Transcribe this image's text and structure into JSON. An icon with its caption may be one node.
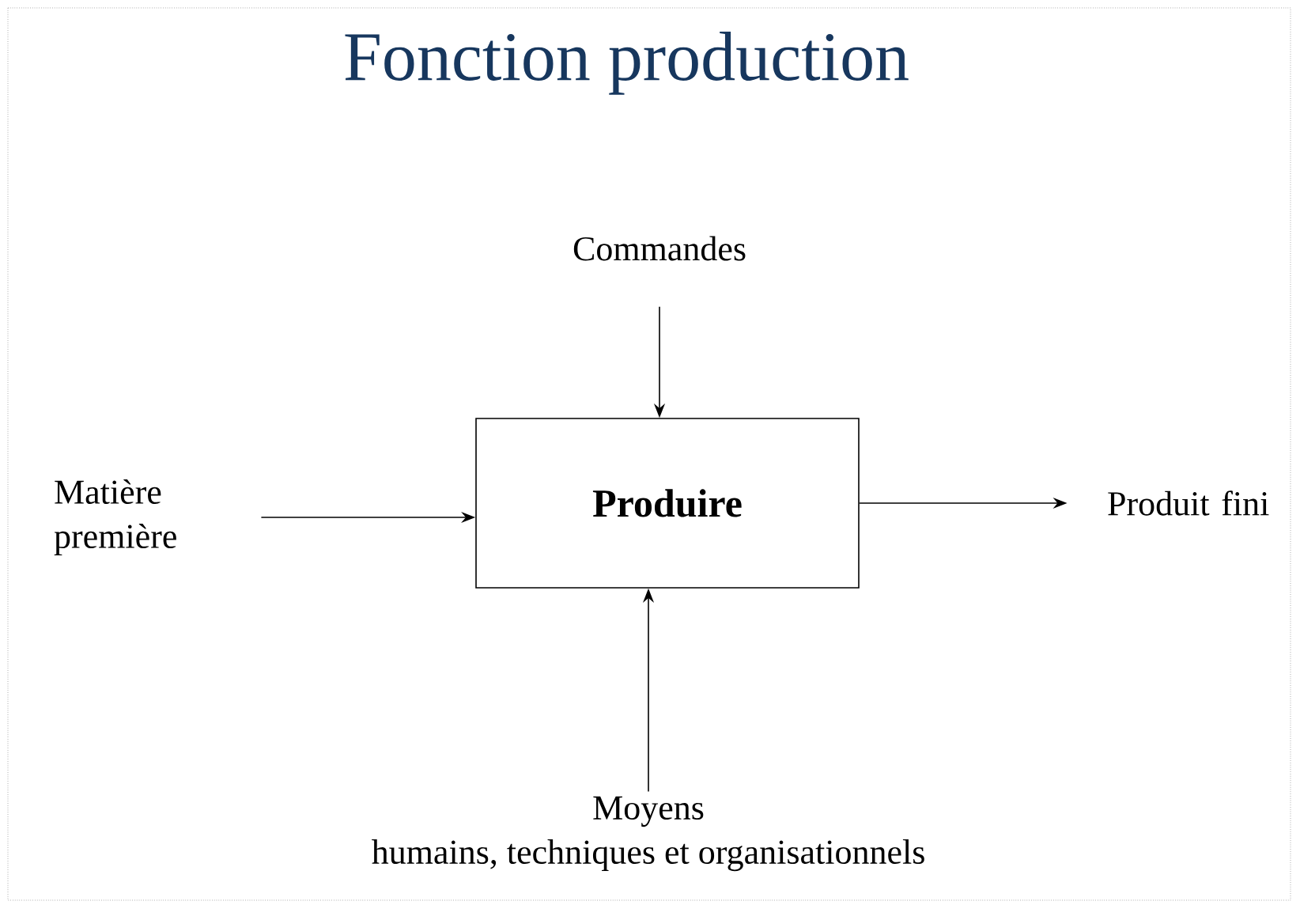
{
  "diagram": {
    "title": "Fonction production",
    "nodes": [
      {
        "text": [
          "Produire"
        ]
      },
      {
        "text": [
          "Commandes"
        ]
      },
      {
        "text": [
          "Matière première"
        ]
      },
      {
        "text": [
          "Produit fini"
        ]
      },
      {
        "text": [
          "Moyens",
          "humains, techniques et organisationnels"
        ]
      }
    ],
    "edges": [
      {
        "from": 1,
        "to": 0,
        "arrow": "to"
      },
      {
        "from": 2,
        "to": 0,
        "arrow": "to"
      },
      {
        "from": 0,
        "to": 3,
        "arrow": "to"
      },
      {
        "from": 4,
        "to": 0,
        "arrow": "to"
      }
    ]
  }
}
